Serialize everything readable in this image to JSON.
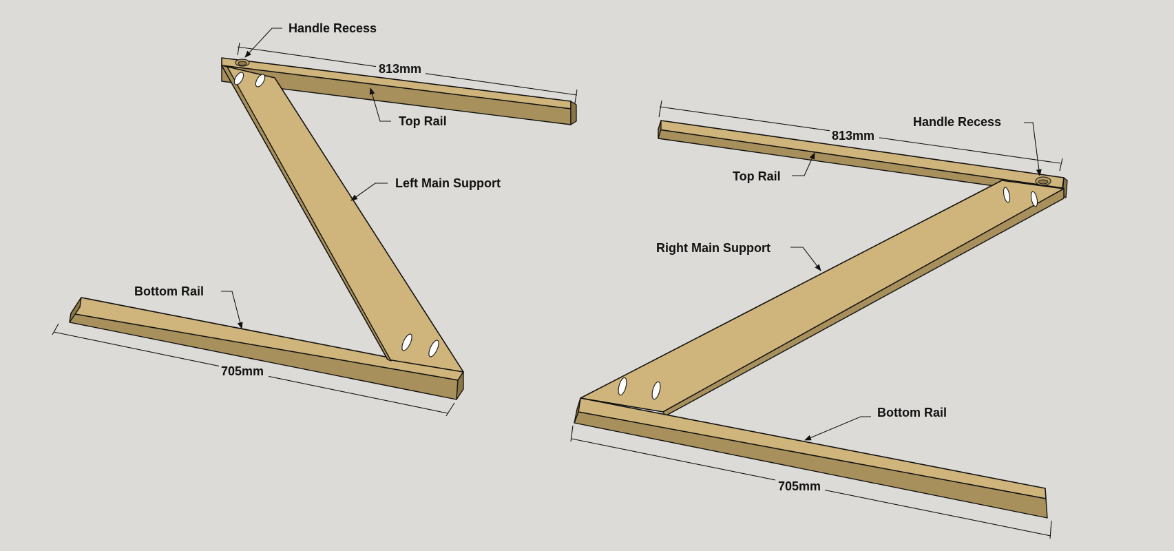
{
  "left_assembly": {
    "handle_recess": "Handle Recess",
    "top_rail": "Top Rail",
    "main_support": "Left Main Support",
    "bottom_rail": "Bottom Rail",
    "top_dim": "813mm",
    "bottom_dim": "705mm"
  },
  "right_assembly": {
    "handle_recess": "Handle Recess",
    "top_rail": "Top Rail",
    "main_support": "Right Main Support",
    "bottom_rail": "Bottom Rail",
    "top_dim": "813mm",
    "bottom_dim": "705mm"
  }
}
